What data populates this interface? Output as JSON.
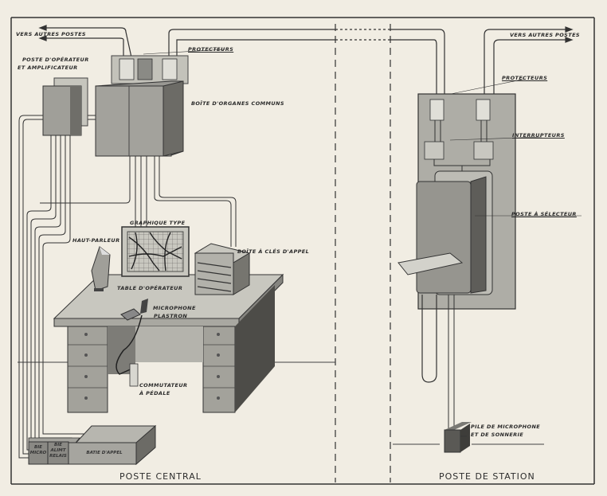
{
  "diagram": {
    "title": "Installation diagram: central operator post and station post",
    "sections": {
      "left_caption": "POSTE   CENTRAL",
      "right_caption": "POSTE  DE  STATION"
    },
    "labels": {
      "vers_autres_postes_left": "VERS AUTRES POSTES",
      "vers_autres_postes_right": "VERS AUTRES POSTES",
      "protecteurs_central": "PROTECTEURS",
      "poste_operateur_line1": "POSTE D'OPÉRATEUR",
      "poste_operateur_line2": "ET AMPLIFICATEUR",
      "boite_organes": "BOÎTE D'ORGANES COMMUNS",
      "graphique_type": "GRAPHIQUE TYPE",
      "haut_parleur": "HAUT-PARLEUR",
      "boite_cles": "BOÎTE À CLÉS D'APPEL",
      "table_operateur": "TABLE D'OPÉRATEUR",
      "microphone_line1": "MICROPHONE",
      "microphone_line2": "PLASTRON",
      "commutateur_line1": "COMMUTATEUR",
      "commutateur_line2": "À PÉDALE",
      "protecteurs_station": "PROTECTEURS",
      "interrupteurs": "INTERRUPTEURS",
      "poste_selecteur": "POSTE À SÉLECTEUR",
      "pile_line1": "PILE DE MICROPHONE",
      "pile_line2": "ET DE SONNERIE"
    },
    "batteries": {
      "micro_line1": "BIE",
      "micro_line2": "MICRO",
      "relais_line1": "BIE",
      "relais_line2": "ALIMT",
      "relais_line3": "RELAIS",
      "appel": "BATIE D'APPEL"
    },
    "colors": {
      "paper": "#f1ede3",
      "ink": "#2a2a2a",
      "box_fill": "#8f8f8a",
      "box_dark": "#5e5e5a",
      "panel_fill": "#b9b8b0"
    }
  }
}
